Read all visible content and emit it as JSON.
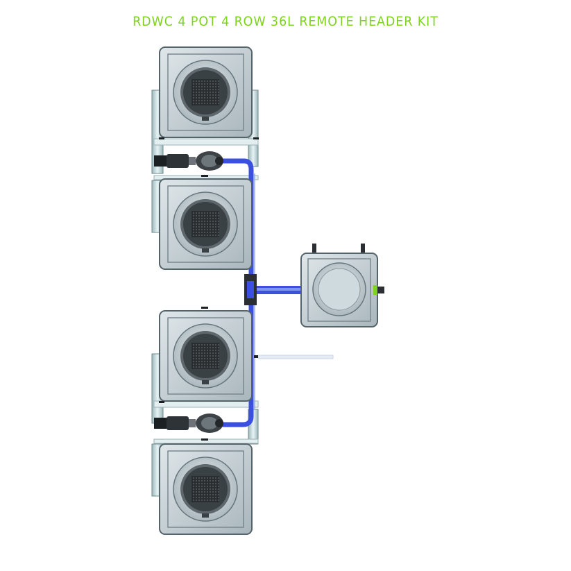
{
  "title": "RDWC 4 POT 4 ROW 36L REMOTE HEADER KIT",
  "components": {
    "pots": [
      "grow-pot",
      "grow-pot",
      "grow-pot",
      "grow-pot"
    ],
    "header_tank": "remote-header-tank",
    "pumps": [
      "pump",
      "pump"
    ],
    "water_line_color": "#3b4fe0",
    "pot_color": "#b9c6cc",
    "pipe_color": "#cfe3e6"
  }
}
